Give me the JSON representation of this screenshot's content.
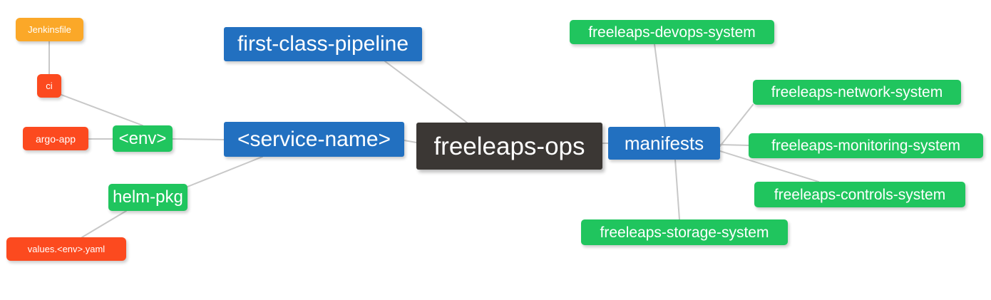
{
  "diagram": {
    "type": "mind-map",
    "background_color": "#ffffff",
    "edge_color": "#c8c8c8",
    "palette": {
      "root": "#3b3734",
      "blue": "#2270c0",
      "green": "#20c55e",
      "orange": "#fba828",
      "red": "#fc4a1f",
      "text": "#ffffff"
    },
    "nodes": {
      "root": {
        "label": "freeleaps-ops",
        "color": "#3b3734"
      },
      "service_name": {
        "label": "<service-name>",
        "color": "#2270c0"
      },
      "first_class_pipeline": {
        "label": "first-class-pipeline",
        "color": "#2270c0"
      },
      "manifests": {
        "label": "manifests",
        "color": "#2270c0"
      },
      "env": {
        "label": "<env>",
        "color": "#20c55e"
      },
      "helm_pkg": {
        "label": "helm-pkg",
        "color": "#20c55e"
      },
      "jenkinsfile": {
        "label": "Jenkinsfile",
        "color": "#fba828"
      },
      "ci": {
        "label": "ci",
        "color": "#fc4a1f"
      },
      "argo_app": {
        "label": "argo-app",
        "color": "#fc4a1f"
      },
      "values_yaml": {
        "label": "values.<env>.yaml",
        "color": "#fc4a1f"
      },
      "devops_system": {
        "label": "freeleaps-devops-system",
        "color": "#20c55e"
      },
      "network_system": {
        "label": "freeleaps-network-system",
        "color": "#20c55e"
      },
      "monitoring_system": {
        "label": "freeleaps-monitoring-system",
        "color": "#20c55e"
      },
      "controls_system": {
        "label": "freeleaps-controls-system",
        "color": "#20c55e"
      },
      "storage_system": {
        "label": "freeleaps-storage-system",
        "color": "#20c55e"
      }
    },
    "edges": [
      {
        "from": "root",
        "to": "service_name"
      },
      {
        "from": "root",
        "to": "first_class_pipeline"
      },
      {
        "from": "root",
        "to": "manifests"
      },
      {
        "from": "service_name",
        "to": "env"
      },
      {
        "from": "service_name",
        "to": "helm_pkg"
      },
      {
        "from": "env",
        "to": "ci"
      },
      {
        "from": "env",
        "to": "argo_app"
      },
      {
        "from": "ci",
        "to": "jenkinsfile"
      },
      {
        "from": "helm_pkg",
        "to": "values_yaml"
      },
      {
        "from": "manifests",
        "to": "devops_system"
      },
      {
        "from": "manifests",
        "to": "network_system"
      },
      {
        "from": "manifests",
        "to": "monitoring_system"
      },
      {
        "from": "manifests",
        "to": "controls_system"
      },
      {
        "from": "manifests",
        "to": "storage_system"
      }
    ]
  }
}
